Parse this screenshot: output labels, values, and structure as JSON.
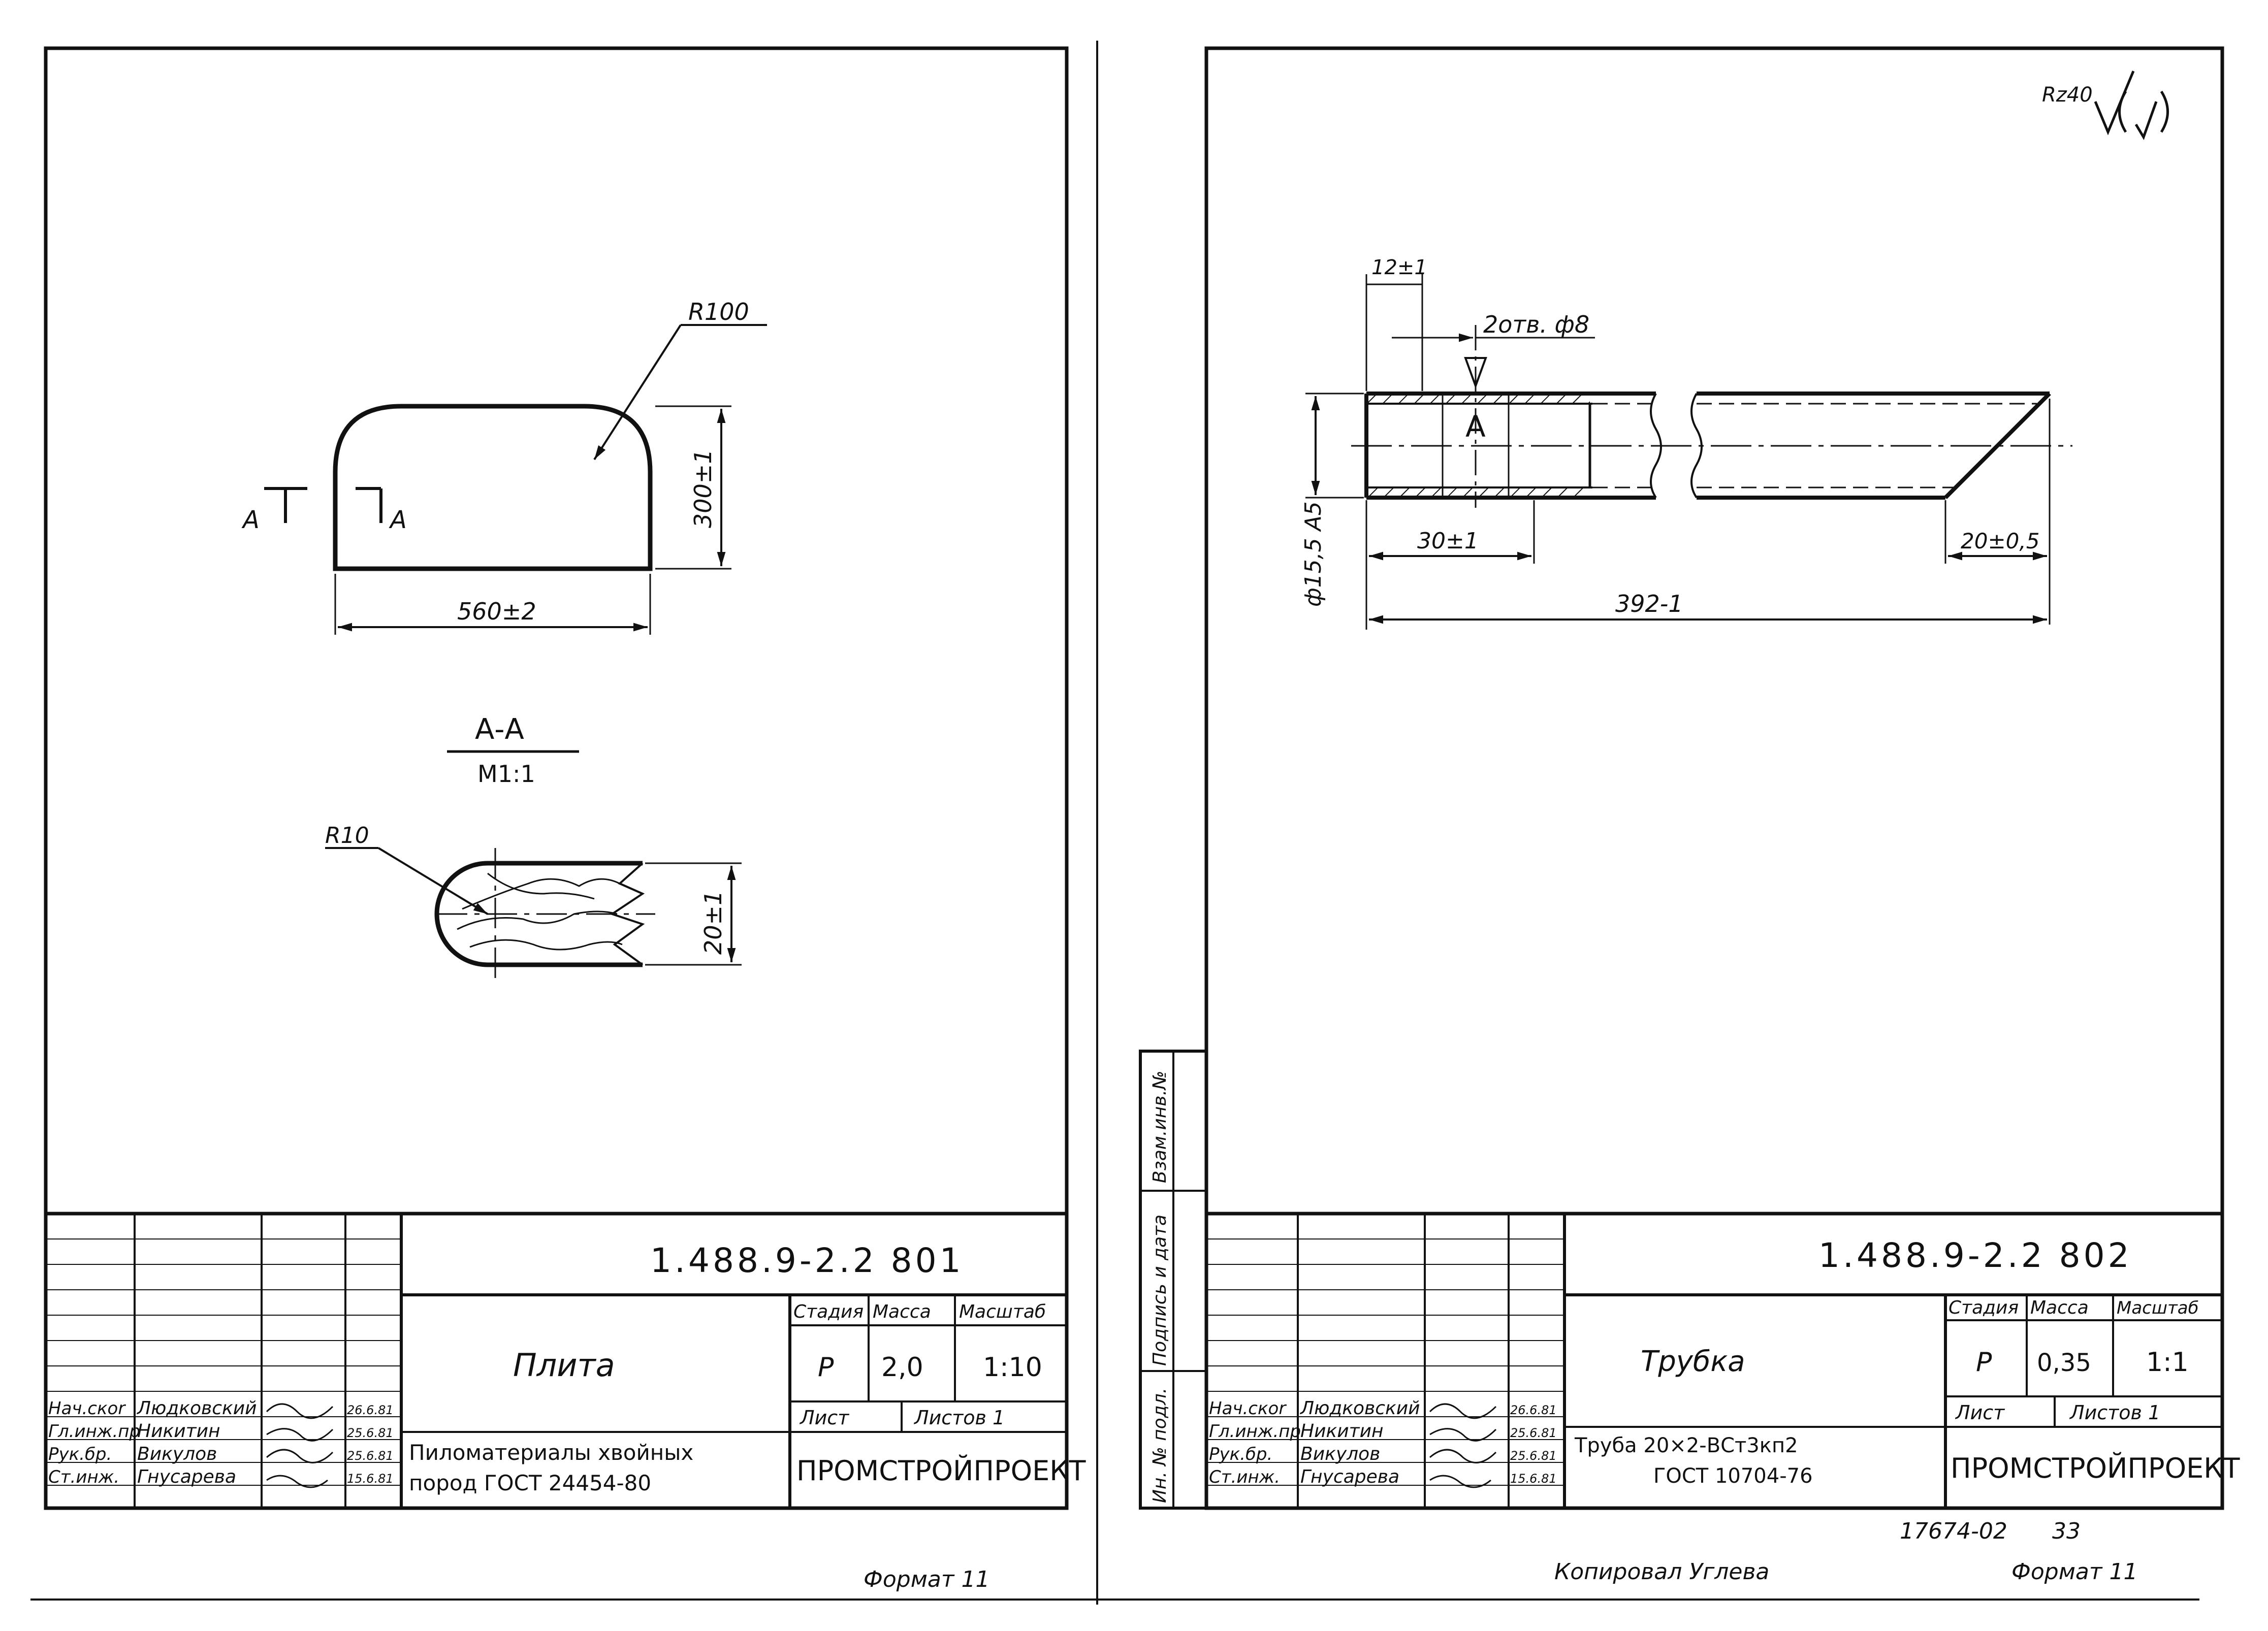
{
  "left_sheet": {
    "drawing": {
      "radius_top": "R100",
      "section_marker_left": "A",
      "section_marker_right": "A",
      "height_dim": "300±1",
      "width_dim": "560±2",
      "section_title": "А-А",
      "section_scale": "М1:1",
      "radius_section": "R10",
      "thickness_dim": "20±1"
    },
    "title_block": {
      "designation": "1.488.9-2.2 801",
      "name": "Плита",
      "material": [
        "Пиломатериалы хвойных",
        "пород ГОСТ 24454-80"
      ],
      "headers": {
        "stage": "Стадия",
        "mass": "Масса",
        "scale": "Масштаб"
      },
      "values": {
        "stage": "Р",
        "mass": "2,0",
        "scale": "1:10"
      },
      "sheet_label": "Лист",
      "sheets_label": "Листов 1",
      "organization": "ПРОМСТРОЙПРОЕКТ",
      "roles": [
        "Нач.скоr",
        "Гл.инж.пр",
        "Рук.бр.",
        "Ст.инж."
      ],
      "names": [
        "Людковский",
        "Никитин",
        "Викулов",
        "Гнусарева"
      ],
      "dates": [
        "26.6.81",
        "25.6.81",
        "25.6.81",
        "15.6.81"
      ]
    },
    "format": "Формат 11"
  },
  "right_sheet": {
    "roughness": "Rz40",
    "drawing": {
      "dim_12": "12±1",
      "holes": "2отв. ф8",
      "mark_a": "А",
      "diameter": "ф15,5 А5",
      "dim_30": "30±1",
      "dim_20": "20±0,5",
      "dim_392": "392-1"
    },
    "side_stamp": [
      "Взам.инв.№",
      "Подпись и дата",
      "Ин. № подл."
    ],
    "title_block": {
      "designation": "1.488.9-2.2 802",
      "name": "Трубка",
      "material": [
        "Труба 20×2-ВСт3кп2",
        "ГОСТ 10704-76"
      ],
      "headers": {
        "stage": "Стадия",
        "mass": "Масса",
        "scale": "Масштаб"
      },
      "values": {
        "stage": "Р",
        "mass": "0,35",
        "scale": "1:1"
      },
      "sheet_label": "Лист",
      "sheets_label": "Листов 1",
      "organization": "ПРОМСТРОЙПРОЕКТ",
      "roles": [
        "Нач.скоr",
        "Гл.инж.пр",
        "Рук.бр.",
        "Ст.инж."
      ],
      "names": [
        "Людковский",
        "Никитин",
        "Викулов",
        "Гнусарева"
      ],
      "dates": [
        "26.6.81",
        "25.6.81",
        "25.6.81",
        "15.6.81"
      ]
    },
    "doc_number": "17674-02",
    "page_number": "33",
    "copied_by": "Копировал Углева",
    "format": "Формат 11"
  }
}
